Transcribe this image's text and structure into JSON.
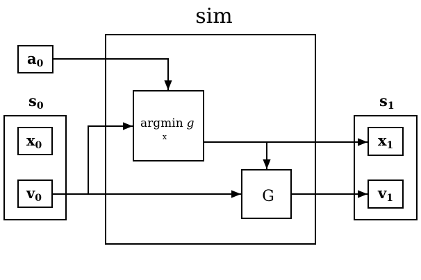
{
  "title": "sim",
  "inputs": {
    "a": {
      "main": "a",
      "sub": "0"
    },
    "s0": {
      "main": "s",
      "sub": "0"
    },
    "x0": {
      "main": "x",
      "sub": "0"
    },
    "v0": {
      "main": "v",
      "sub": "0"
    }
  },
  "outputs": {
    "s1": {
      "main": "s",
      "sub": "1"
    },
    "x1": {
      "main": "x",
      "sub": "1"
    },
    "v1": {
      "main": "v",
      "sub": "1"
    }
  },
  "argmin_block": {
    "op": "argmin",
    "func": "g",
    "var": "x"
  },
  "g_block": {
    "label": "G"
  },
  "colors": {
    "stroke": "#000000",
    "background": "#ffffff"
  }
}
